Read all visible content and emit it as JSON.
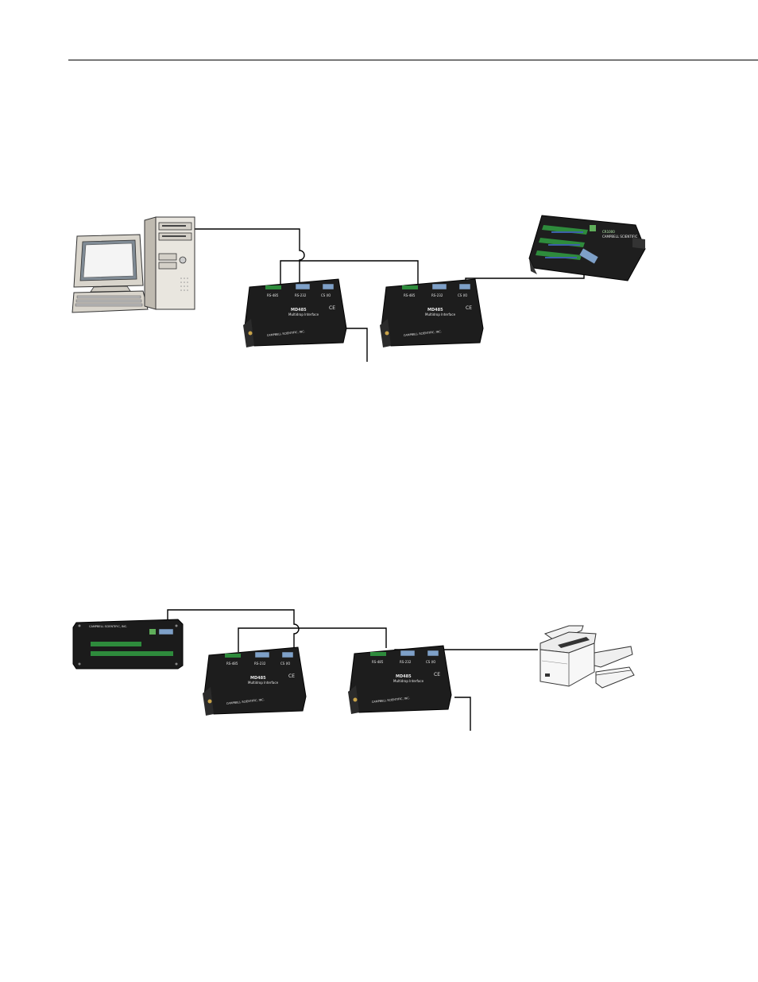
{
  "diagrams": [
    {
      "id": "top",
      "interface_devices": [
        {
          "model": "MD485",
          "subtitle": "Multidrop Interface",
          "port_a": "RS-485",
          "port_b": "RS-232",
          "port_c": "CS I/O",
          "brand": "CAMPBELL SCIENTIFIC, INC.",
          "ce": "CE"
        },
        {
          "model": "MD485",
          "subtitle": "Multidrop Interface",
          "port_a": "RS-485",
          "port_b": "RS-232",
          "port_c": "CS I/O",
          "brand": "CAMPBELL SCIENTIFIC, INC.",
          "ce": "CE"
        }
      ],
      "logger": {
        "brand": "CAMPBELL SCIENTIFIC",
        "model": "CR1000"
      }
    },
    {
      "id": "bottom",
      "interface_devices": [
        {
          "model": "MD485",
          "subtitle": "Multidrop Interface",
          "port_a": "RS-485",
          "port_b": "RS-232",
          "port_c": "CS I/O",
          "brand": "CAMPBELL SCIENTIFIC, INC.",
          "ce": "CE"
        },
        {
          "model": "MD485",
          "subtitle": "Multidrop Interface",
          "port_a": "RS-485",
          "port_b": "RS-232",
          "port_c": "CS I/O",
          "brand": "CAMPBELL SCIENTIFIC, INC.",
          "ce": "CE"
        }
      ],
      "logger": {
        "brand": "CAMPBELL SCIENTIFIC, INC."
      }
    }
  ]
}
